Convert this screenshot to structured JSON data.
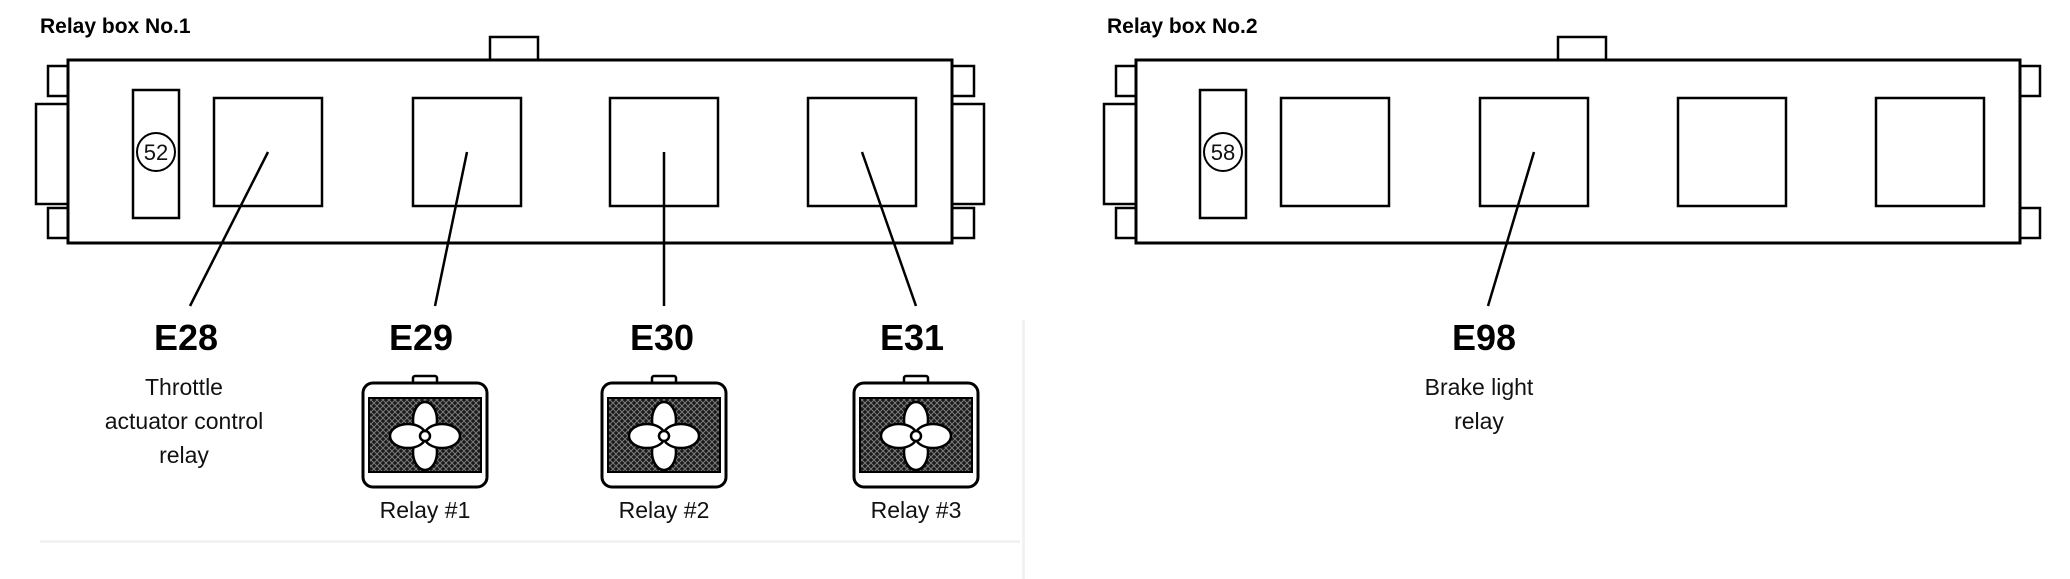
{
  "relay_box_1": {
    "title": "Relay box No.1",
    "badge": "52",
    "items": [
      {
        "code": "E28",
        "desc": [
          "Throttle",
          "actuator control",
          "relay"
        ]
      },
      {
        "code": "E29",
        "relay_label": "Relay #1"
      },
      {
        "code": "E30",
        "relay_label": "Relay #2"
      },
      {
        "code": "E31",
        "relay_label": "Relay #3"
      }
    ]
  },
  "relay_box_2": {
    "title": "Relay box No.2",
    "badge": "58",
    "items": [
      {
        "code": "E98",
        "desc": [
          "Brake light",
          "relay"
        ]
      }
    ]
  },
  "icons": [
    "fan-relay-icon"
  ]
}
